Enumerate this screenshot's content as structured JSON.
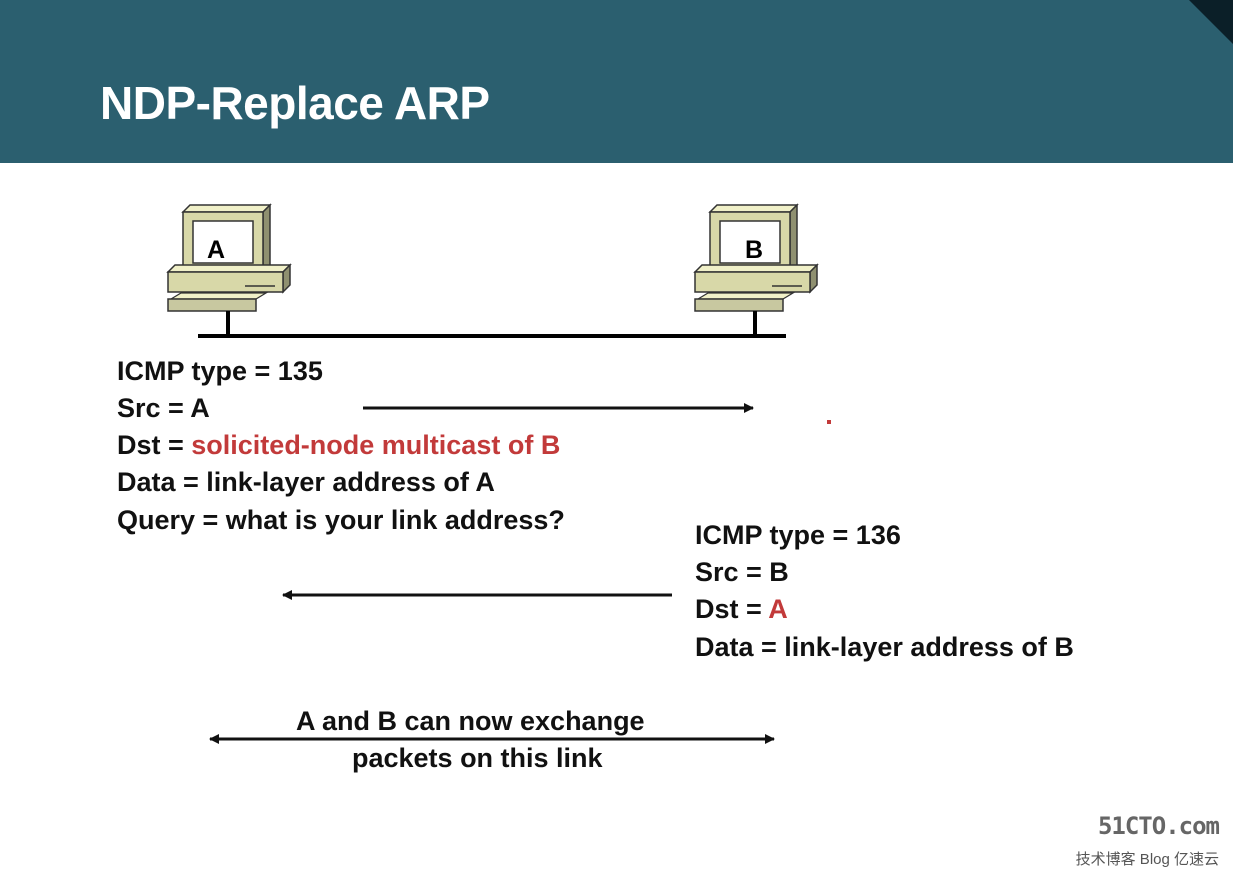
{
  "slide": {
    "title": "NDP-Replace ARP",
    "accent_color": "#2b5f6f",
    "highlight_color": "#c23a3a"
  },
  "hosts": [
    {
      "label": "A"
    },
    {
      "label": "B"
    }
  ],
  "solicitation": {
    "line1": "ICMP type = 135",
    "line2": "Src = A",
    "line3_prefix": "Dst = ",
    "line3_value": "solicited-node multicast of B",
    "line4": "Data = link-layer address of A",
    "line5": "Query = what is your link address?"
  },
  "advertisement": {
    "line1": "ICMP type = 136",
    "line2": "Src = B",
    "line3_prefix": "Dst = ",
    "line3_value": "A",
    "line4": "Data = link-layer address of B"
  },
  "result": {
    "line1": "A and B can now exchange",
    "line2": "packets on this link"
  },
  "watermark": {
    "top": "51CTO.com",
    "bottom": "技术博客 Blog  亿速云"
  }
}
